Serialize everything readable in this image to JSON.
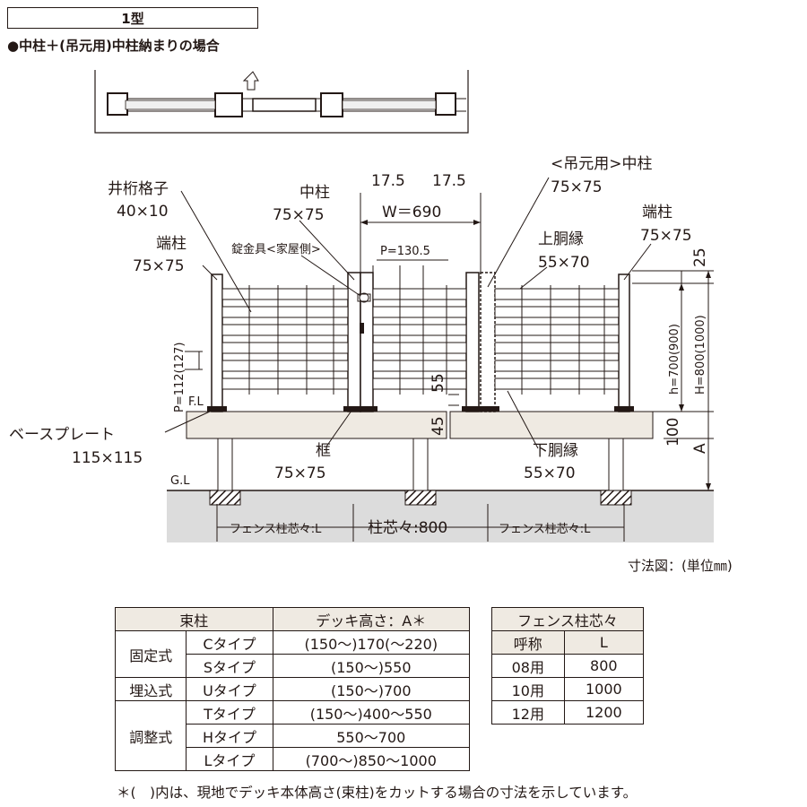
{
  "header": {
    "type_label": "1型",
    "case_title": "●中柱＋(吊元用)中柱納まりの場合"
  },
  "plan_view": {
    "arrow_icon": "open-direction-arrow-icon"
  },
  "elevation": {
    "labels": {
      "lattice_name": "井桁格子",
      "lattice_size": "40×10",
      "end_post_left_name": "端柱",
      "end_post_left_size": "75×75",
      "center_post_name": "中柱",
      "center_post_size": "75×75",
      "lock_label": "錠金具<家屋側>",
      "dim_17_5_left": "17.5",
      "dim_17_5_right": "17.5",
      "width": "W＝690",
      "pitch": "P=130.5",
      "hinge_post_name": "<吊元用>中柱",
      "hinge_post_size": "75×75",
      "end_post_right_name": "端柱",
      "end_post_right_size": "75×75",
      "top_rail_name": "上胴縁",
      "top_rail_size": "55×70",
      "dim_25": "25",
      "dim_h": "h=700(900)",
      "dim_H": "H=800(1000)",
      "pitch_v": "P=112(127)",
      "fl": "F.L",
      "dim_55": "55",
      "dim_45": "45",
      "dim_100": "100",
      "dim_A": "A",
      "base_plate_name": "ベースプレート",
      "base_plate_size": "115×115",
      "frame_name": "框",
      "frame_size": "75×75",
      "bottom_rail_name": "下胴縁",
      "bottom_rail_size": "55×70",
      "gl": "G.L",
      "fence_pitch_left": "フェンス柱芯々:L",
      "post_pitch": "柱芯々:800",
      "fence_pitch_right": "フェンス柱芯々:L"
    },
    "unit_note": "寸法図：(単位㎜)"
  },
  "posts_table": {
    "header": [
      "束柱",
      "デッキ高さ：A＊"
    ],
    "groups": [
      {
        "name": "固定式",
        "rows": [
          [
            "Cタイプ",
            "(150〜)170(〜220)"
          ],
          [
            "Sタイプ",
            "(150〜)550"
          ]
        ]
      },
      {
        "name": "埋込式",
        "rows": [
          [
            "Uタイプ",
            "(150〜)700"
          ]
        ]
      },
      {
        "name": "調整式",
        "rows": [
          [
            "Tタイプ",
            "(150〜)400〜550"
          ],
          [
            "Hタイプ",
            "550〜700"
          ],
          [
            "Lタイプ",
            "(700〜)850〜1000"
          ]
        ]
      }
    ]
  },
  "fence_table": {
    "title": "フェンス柱芯々",
    "header": [
      "呼称",
      "L"
    ],
    "rows": [
      [
        "08用",
        "800"
      ],
      [
        "10用",
        "1000"
      ],
      [
        "12用",
        "1200"
      ]
    ]
  },
  "footnote": "＊(　)内は、現地でデッキ本体高さ(束柱)をカットする場合の寸法を示しています。",
  "colors": {
    "ink": "#231815",
    "deck_fill": "#efeae2",
    "ground_fill": "#dcdcdc",
    "table_header_fill": "#efeae2"
  }
}
